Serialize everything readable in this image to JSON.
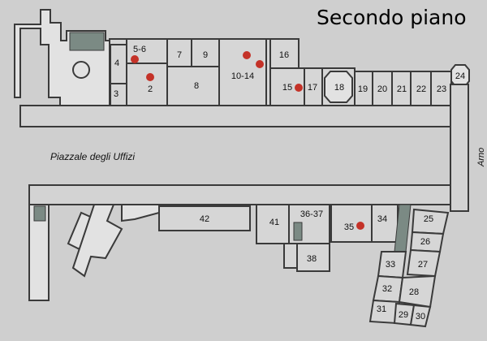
{
  "title": "Secondo piano",
  "square_label": "Piazzale degli Uffizi",
  "river_label": "Arno",
  "colors": {
    "highlight": "#c43228",
    "rooms": "#d6d6d6",
    "walls": "#3a3a3a",
    "background": "#cfcfcf"
  },
  "rooms": {
    "r3": "3",
    "r4": "4",
    "r5_6": "5-6",
    "r2": "2",
    "r7": "7",
    "r9": "9",
    "r8": "8",
    "r10_14": "10-14",
    "r16": "16",
    "r15": "15",
    "r17": "17",
    "r18": "18",
    "r19": "19",
    "r20": "20",
    "r21": "21",
    "r22": "22",
    "r23": "23",
    "r24": "24",
    "r42": "42",
    "r41": "41",
    "r36_37": "36-37",
    "r38": "38",
    "r35": "35",
    "r34": "34",
    "r25": "25",
    "r26": "26",
    "r27": "27",
    "r33": "33",
    "r32": "32",
    "r28": "28",
    "r31": "31",
    "r29": "29",
    "r30": "30"
  },
  "highlighted_rooms": [
    "5-6",
    "2",
    "10-14",
    "15",
    "35"
  ]
}
